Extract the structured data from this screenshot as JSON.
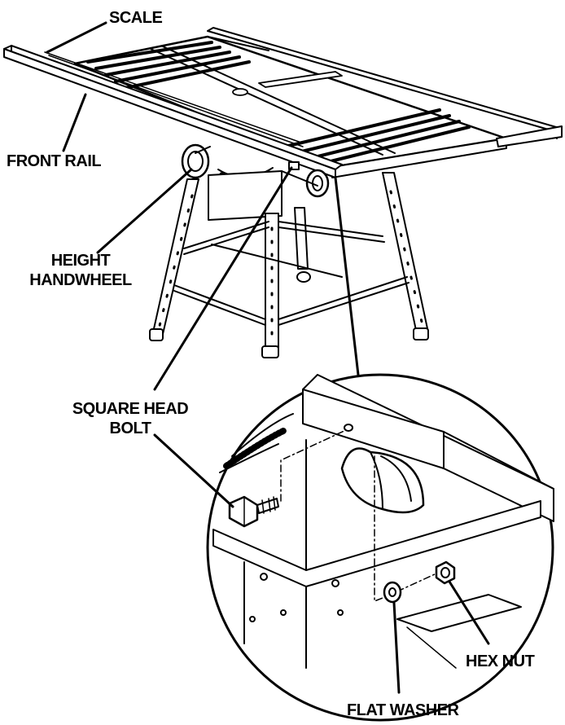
{
  "labels": {
    "scale": "SCALE",
    "front_rail": "FRONT RAIL",
    "height_handwheel_line1": "HEIGHT",
    "height_handwheel_line2": "HANDWHEEL",
    "square_head_bolt_line1": "SQUARE HEAD",
    "square_head_bolt_line2": "BOLT",
    "hex_nut": "HEX NUT",
    "flat_washer": "FLAT WASHER"
  },
  "colors": {
    "ink": "#000000",
    "paper": "#ffffff"
  }
}
